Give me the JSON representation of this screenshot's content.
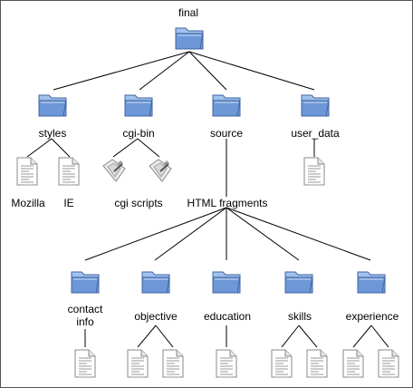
{
  "nodes": {
    "final": "final",
    "styles": "styles",
    "cgi_bin": "cgi-bin",
    "source": "source",
    "user_data": "user_data",
    "mozilla": "Mozilla",
    "ie": "IE",
    "cgi_scripts": "cgi scripts",
    "html_fragments": "HTML fragments",
    "contact_info": "contact\ninfo",
    "objective": "objective",
    "education": "education",
    "skills": "skills",
    "experience": "experience"
  },
  "icons": {
    "folder": "folder-icon",
    "document": "document-icon",
    "script": "script-icon"
  },
  "colors": {
    "folder_blue": "#6d97d6",
    "line": "#000000"
  }
}
